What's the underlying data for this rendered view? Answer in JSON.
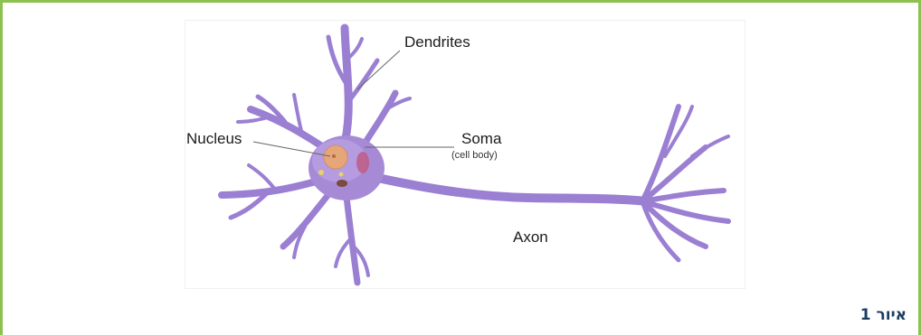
{
  "figure": {
    "labels": {
      "dendrites": "Dendrites",
      "nucleus": "Nucleus",
      "soma": "Soma",
      "soma_sub": "(cell body)",
      "axon": "Axon"
    },
    "caption": "איור 1"
  },
  "colors": {
    "frame_border": "#8cc152",
    "neuron_fill": "#a78ad6",
    "neuron_dark": "#8a6cc4",
    "nucleus_fill": "#e5a77a",
    "caption_text": "#1d3e63"
  }
}
